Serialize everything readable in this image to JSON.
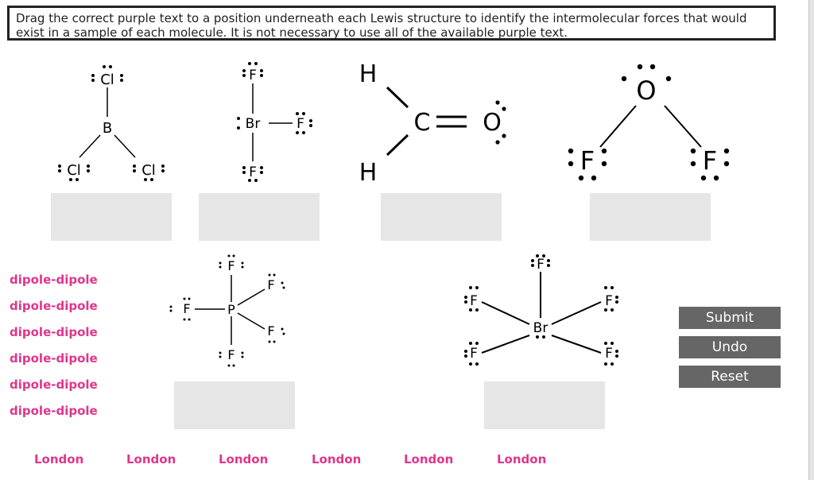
{
  "instructions": "Drag the correct purple text to a position underneath each Lewis structure to identify the intermolecular forces that would exist in a sample of each molecule.  It is not necessary to use all of the available purple text.",
  "structures": {
    "bcl3": {
      "center": "B",
      "ligand": "Cl"
    },
    "brf3": {
      "center": "Br",
      "ligand": "F"
    },
    "h2co": {
      "carbon": "C",
      "oxygen": "O",
      "hydrogen": "H"
    },
    "of2": {
      "center": "O",
      "ligand": "F"
    },
    "pf5": {
      "center": "P",
      "ligand": "F"
    },
    "brf5": {
      "center": "Br",
      "ligand": "F"
    }
  },
  "answer_options": {
    "dipole": [
      "dipole-dipole",
      "dipole-dipole",
      "dipole-dipole",
      "dipole-dipole",
      "dipole-dipole",
      "dipole-dipole"
    ],
    "london": [
      "London",
      "London",
      "London",
      "London",
      "London",
      "London"
    ]
  },
  "buttons": {
    "submit": "Submit",
    "undo": "Undo",
    "reset": "Reset"
  },
  "colors": {
    "answer_text": "#e0358c",
    "button_bg": "#666666",
    "drop_zone": "#e6e6e6"
  }
}
